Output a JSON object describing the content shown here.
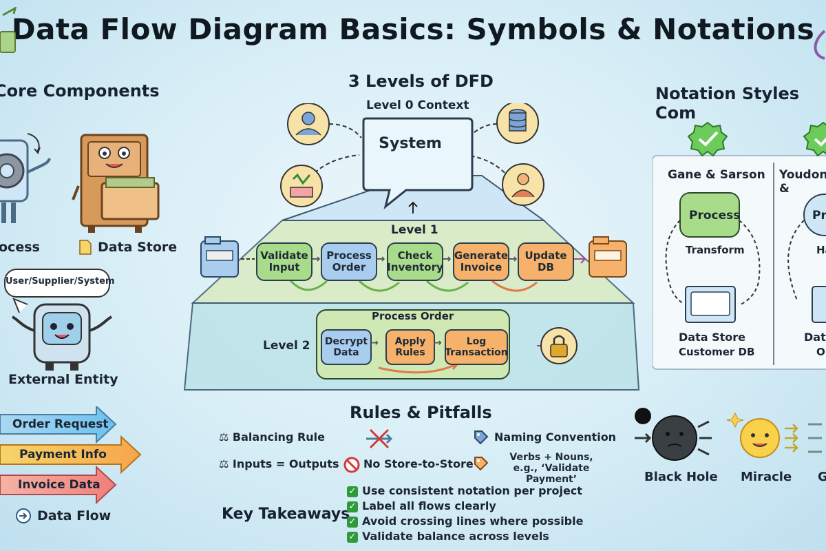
{
  "title": "Data Flow Diagram Basics: Symbols & Notations",
  "core": {
    "heading": "Core Components",
    "process_label": "ocess",
    "data_store_label": "Data Store",
    "speech": "User/Supplier/System",
    "external_entity_label": "External Entity",
    "flows": [
      "Order Request",
      "Payment Info",
      "Invoice Data"
    ],
    "data_flow_label": "Data Flow"
  },
  "levels": {
    "heading": "3 Levels of DFD",
    "level0_label": "Level 0 Context",
    "system_label": "System",
    "level1_label": "Level 1",
    "level1_steps": [
      "Validate|Input",
      "Process|Order",
      "Check|Inventory",
      "Generate|Invoice",
      "Update|DB"
    ],
    "level2_label": "Level 2",
    "level2_box_title": "Process Order",
    "level2_steps": [
      "Decrypt|Data",
      "Apply|Rules",
      "Log|Transaction"
    ]
  },
  "notation": {
    "heading": "Notation Styles Com",
    "gane_title": "Gane & Sarson",
    "gane_process": "Process",
    "gane_transform": "Transform",
    "gane_store_line1": "Data Store",
    "gane_store_line2": "Customer DB",
    "youdon_title": "Youdon &",
    "youdon_process": "Pr",
    "youdon_sub": "Ha",
    "youdon_store_line1": "Data",
    "youdon_store_line2": "Or"
  },
  "rules": {
    "heading": "Rules & Pitfalls",
    "balancing": "Balancing Rule",
    "inputs_outputs": "Inputs = Outputs",
    "no_store": "No Store-to-Store",
    "naming": "Naming Convention",
    "naming_hint_line1": "Verbs + Nouns,",
    "naming_hint_line2": "e.g., ‘Validate Payment’",
    "black_hole": "Black Hole",
    "miracle": "Miracle",
    "gray": "G"
  },
  "takeaways": {
    "heading": "Key Takeaways",
    "items": [
      "Use consistent notation per project",
      "Label all flows clearly",
      "Avoid crossing lines where possible",
      "Validate balance across levels"
    ]
  },
  "colors": {
    "green": "#a8dc8a",
    "blue": "#a9cdee",
    "orange": "#f6b26b",
    "yellow": "#f7e08a",
    "pink": "#f5a6a6"
  }
}
